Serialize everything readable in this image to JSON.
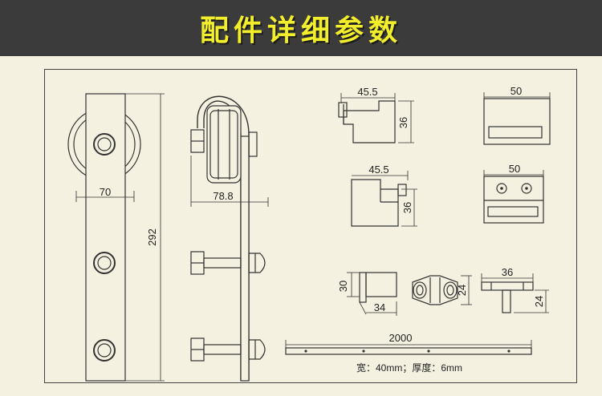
{
  "header": {
    "title": "配件详细参数"
  },
  "dimensions": {
    "hanger_width": "70",
    "hanger_height": "292",
    "wheel_offset": "78.8",
    "stop1_width": "45.5",
    "stop1_height": "36",
    "stop2_width": "45.5",
    "stop2_height": "36",
    "block1_width": "50",
    "block2_width": "50",
    "spacer_height": "30",
    "spacer_width": "34",
    "guide_height": "24",
    "floor_guide_width": "36",
    "floor_guide_height": "24",
    "rail_length": "2000"
  },
  "rail_spec": "宽：40mm；厚度：6mm"
}
